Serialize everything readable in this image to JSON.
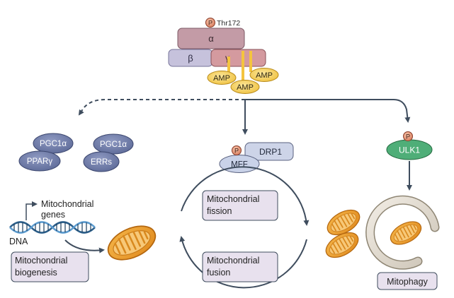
{
  "ampk": {
    "phospho_symbol": "P",
    "phospho_site": "Thr172",
    "alpha": "α",
    "beta": "β",
    "gamma": "γ",
    "amp_left": "AMP",
    "amp_right": "AMP",
    "amp_bottom": "AMP"
  },
  "biogenesis_regulators": {
    "pgc1a_left": "PGC1α",
    "ppar": "PPARγ",
    "pgc1a_right": "PGC1α",
    "errs": "ERRs"
  },
  "fission_machinery": {
    "phospho_symbol": "P",
    "drp1": "DRP1",
    "mff": "MFF"
  },
  "dynamics_cycle": {
    "fission_line1": "Mitochondrial",
    "fission_line2": "fission",
    "fusion_line1": "Mitochondrial",
    "fusion_line2": "fusion"
  },
  "biogenesis": {
    "genes_line1": "Mitochondrial",
    "genes_line2": "genes",
    "dna": "DNA",
    "box_line1": "Mitochondrial",
    "box_line2": "biogenesis"
  },
  "mitophagy": {
    "phospho_symbol": "P",
    "ulk1": "ULK1",
    "label": "Mitophagy"
  },
  "colors": {
    "alpha_subunit": "#c39ba6",
    "beta_subunit": "#c6c2dc",
    "gamma_subunit": "#d49a9f",
    "amp": "#f2c84c",
    "regulator": "#6a78a6",
    "ulk1": "#4fae78",
    "mitochondrion": "#e89a2c",
    "label_box": "#e8e1ee",
    "arrow": "#3f4d5e"
  }
}
